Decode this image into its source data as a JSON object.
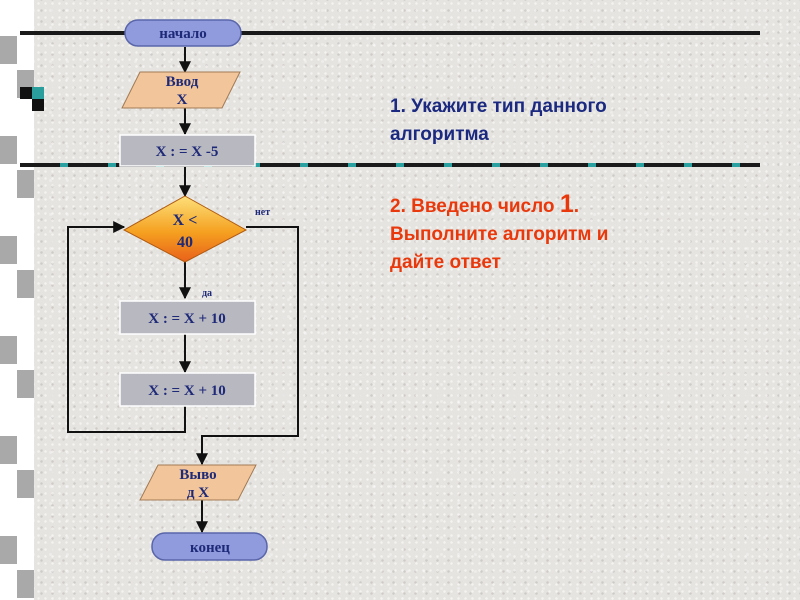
{
  "flowchart": {
    "start_label": "начало",
    "input_label_line1": "Ввод",
    "input_label_line2": "Х",
    "step1_label": "Х : = Х -5",
    "condition_line1": "Х <",
    "condition_line2": "40",
    "no_label": "нет",
    "yes_label": "да",
    "step2_label": "Х : = Х + 10",
    "step3_label": "Х : = Х + 10",
    "output_line1": "Выво",
    "output_line2": "д Х",
    "end_label": "конец"
  },
  "tasks": {
    "task1_line1": "1. Укажите тип данного",
    "task1_line2": "алгоритма",
    "task2_prefix": "2. Введено число ",
    "task2_number": "1",
    "task2_suffix": ".",
    "task2_line2": "Выполните алгоритм и",
    "task2_line3": "дайте ответ"
  },
  "colors": {
    "box_fill": "#b8b8c0",
    "terminator_fill": "#8f9bdc",
    "io_fill": "#f2c69a",
    "decision_fill": "#f5a020",
    "task1_color": "#1b2a80",
    "task2_color": "#e8380c"
  }
}
